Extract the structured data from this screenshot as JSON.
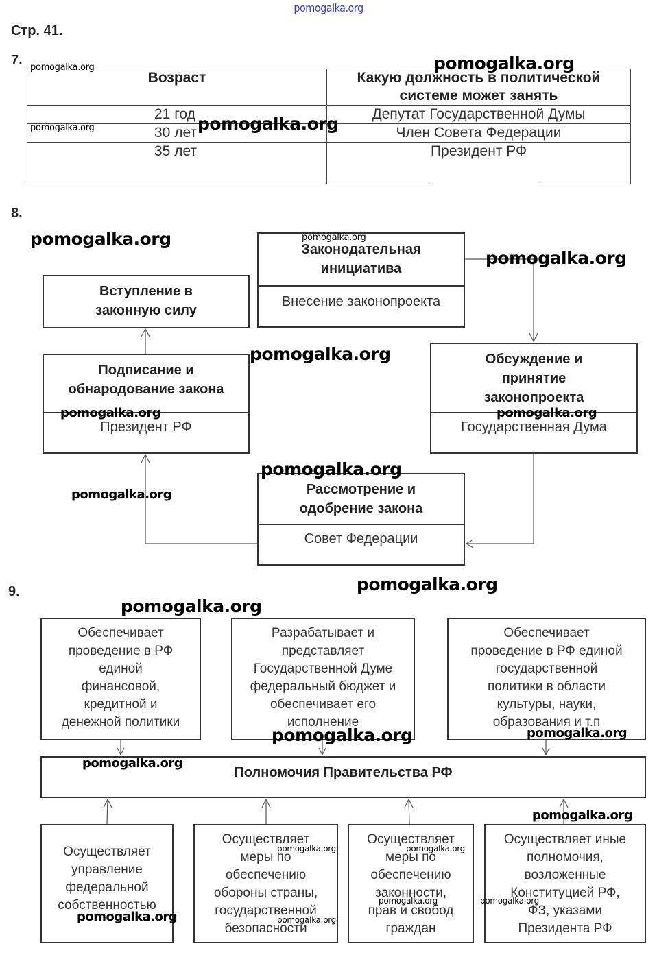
{
  "watermark_top": "pomogalka.org",
  "watermark": "pomogalka.org",
  "page_label": "Стр. 41.",
  "task7": {
    "number": "7.",
    "columns": [
      "Возраст",
      "Какую должность в политической системе может занять"
    ],
    "rows": [
      {
        "age": "21 год",
        "position": "Депутат Государственной Думы"
      },
      {
        "age": "30 лет",
        "position": "Член Совета Федерации"
      },
      {
        "age": "35 лет",
        "position": "Президент РФ"
      }
    ]
  },
  "task8": {
    "number": "8.",
    "boxes": {
      "initiative": {
        "title_lines": [
          "Законодательная",
          "инициатива"
        ],
        "subtitle": "Внесение законопроекта"
      },
      "effect": {
        "title_lines": [
          "Вступление в",
          "законную силу"
        ]
      },
      "signing": {
        "title_lines": [
          "Подписание и",
          "обнародование закона"
        ],
        "subtitle": "Президент РФ"
      },
      "discussion": {
        "title_lines": [
          "Обсуждение и",
          "принятие",
          "законопроекта"
        ],
        "subtitle": "Государственная Дума"
      },
      "review": {
        "title_lines": [
          "Рассмотрение и",
          "одобрение закона"
        ],
        "subtitle": "Совет Федерации"
      }
    }
  },
  "task9": {
    "number": "9.",
    "center": "Полномочия Правительства РФ",
    "top_boxes": [
      {
        "lines": [
          "Обеспечивает",
          "проведение в РФ",
          "единой",
          "финансовой,",
          "кредитной и",
          "денежной политики"
        ]
      },
      {
        "lines": [
          "Разрабатывает и",
          "представляет",
          "Государственной Думе",
          "федеральный бюджет и",
          "обеспечивает его",
          "исполнение"
        ]
      },
      {
        "lines": [
          "Обеспечивает",
          "проведение в РФ единой",
          "государственной",
          "политики в области",
          "культуры, науки,",
          "образования и т.п"
        ]
      }
    ],
    "bottom_boxes": [
      {
        "lines": [
          "Осуществляет",
          "управление",
          "федеральной",
          "собственностью"
        ]
      },
      {
        "lines": [
          "Осуществляет",
          "меры по",
          "обеспечению",
          "обороны страны,",
          "государственной",
          "безопасности"
        ]
      },
      {
        "lines": [
          "Осуществляет",
          "меры по",
          "обеспечению",
          "законности,",
          "прав и свобод",
          "граждан"
        ]
      },
      {
        "lines": [
          "Осуществляет иные",
          "полномочия,",
          "возложенные",
          "Конституцией РФ,",
          "ФЗ, указами",
          "Президента РФ"
        ]
      }
    ]
  }
}
